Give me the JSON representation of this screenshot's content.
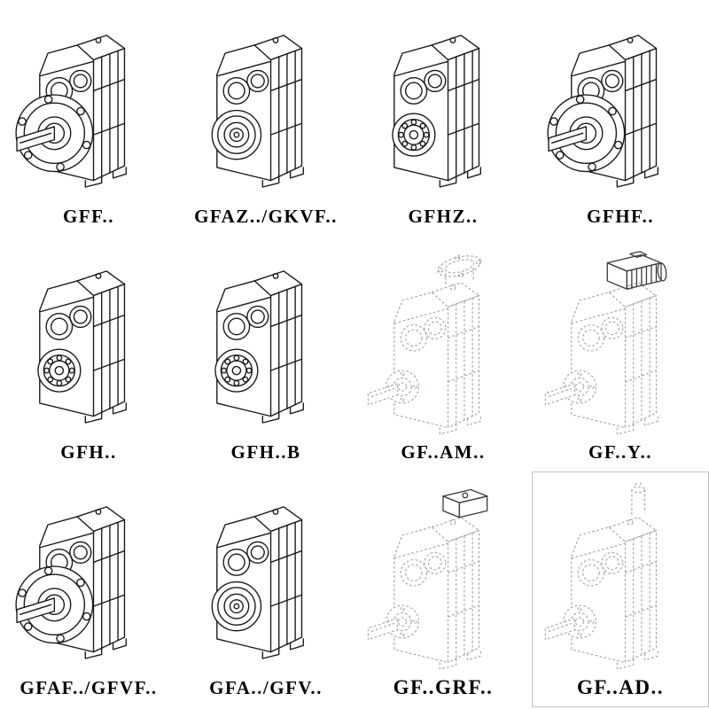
{
  "page": {
    "background": "#ffffff",
    "description": "Catalog sheet of parallel shaft helical gearbox model variants, 12 isometric line drawings with model labels"
  },
  "colors": {
    "solid_line": "#1a1a1a",
    "ghost_line": "#9aa3ad",
    "attachment_line": "#3a3a3a",
    "label_text": "#000000",
    "frame_border": "#c4c4c4"
  },
  "catalog": {
    "items": [
      {
        "label": "GFF..",
        "variant": "flange-output",
        "style": "solid"
      },
      {
        "label": "GFAZ../GKVF..",
        "variant": "boss-output",
        "style": "solid"
      },
      {
        "label": "GFHZ..",
        "variant": "hollow-shaft",
        "style": "solid"
      },
      {
        "label": "GFHF..",
        "variant": "flange-output",
        "style": "solid"
      },
      {
        "label": "GFH..",
        "variant": "hollow-shaft",
        "style": "solid"
      },
      {
        "label": "GFH..B",
        "variant": "hollow-shaft-base",
        "style": "solid"
      },
      {
        "label": "GF..AM..",
        "variant": "motor-flange-adapter",
        "style": "ghost"
      },
      {
        "label": "GF..Y..",
        "variant": "mounted-motor",
        "style": "ghost"
      },
      {
        "label": "GFAF../GFVF..",
        "variant": "flange-output",
        "style": "solid"
      },
      {
        "label": "GFA../GFV..",
        "variant": "boss-output",
        "style": "solid"
      },
      {
        "label": "GF..GRF..",
        "variant": "adapter-box",
        "style": "ghost"
      },
      {
        "label": "GF..AD..",
        "variant": "input-shaft-adapter",
        "style": "ghost"
      }
    ]
  }
}
